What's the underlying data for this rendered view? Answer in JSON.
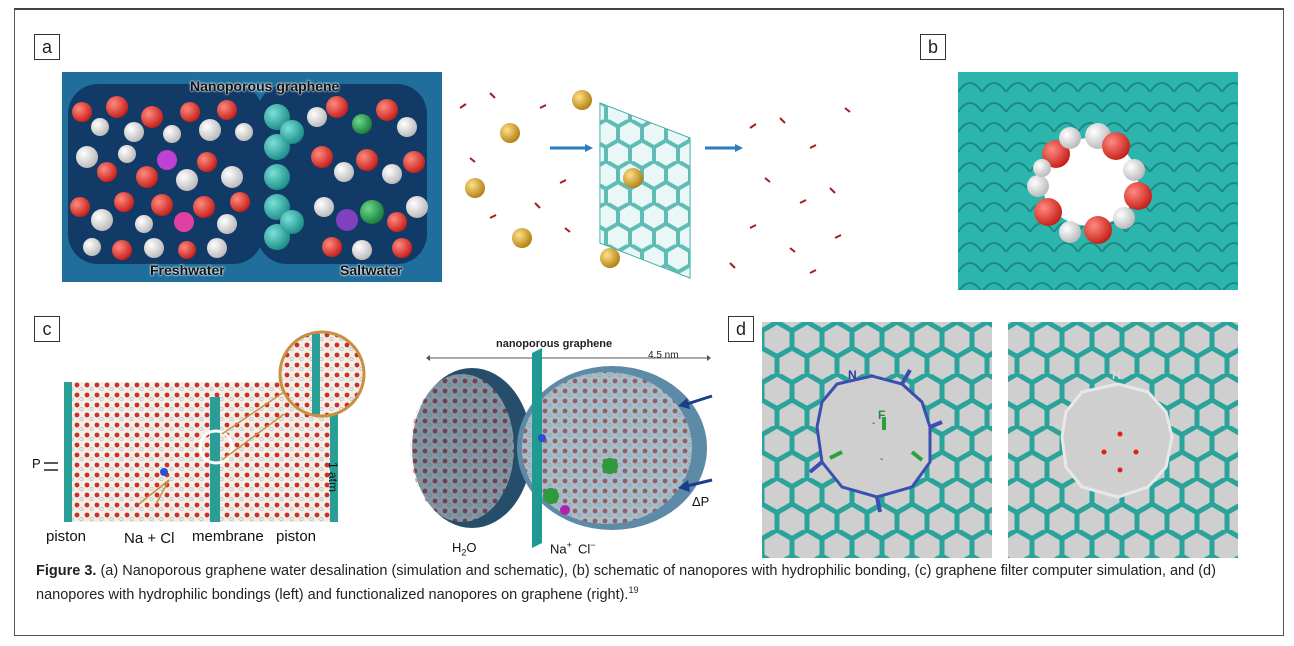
{
  "panels": {
    "a": "a",
    "b": "b",
    "c": "c",
    "d": "d"
  },
  "panel_a": {
    "nanoporous_graphene": "Nanoporous graphene",
    "freshwater": "Freshwater",
    "saltwater": "Saltwater"
  },
  "panel_c": {
    "p": "P",
    "one_atm": "1 atm",
    "piston_left": "piston",
    "na_cl": "Na + Cl",
    "membrane": "membrane",
    "piston_right": "piston",
    "nanoporous_graphene": "nanoporous graphene",
    "length": "4.5 nm",
    "h2o": "H",
    "h2o_sub": "2",
    "h2o_tail": "O",
    "na": "Na",
    "na_sup": "+",
    "cl": "Cl",
    "cl_sup": "−",
    "delta_p": "ΔP"
  },
  "panel_d": {
    "n": "N",
    "f": "F",
    "h": "H"
  },
  "caption": {
    "figure_label": "Figure 3.",
    "text": " (a) Nanoporous graphene water desalination (simulation and schematic), (b) schematic of nanopores with hydrophilic bonding, (c) graphene filter computer simulation, and (d) nanopores with hydrophilic bondings (left) and functionalized nanopores on graphene (right).",
    "ref": "19"
  },
  "colors": {
    "graphene": "#2a9d96",
    "oxygen": "#d9302a",
    "hydrogen": "#f0f0f0",
    "gold_ion": "#d8a830",
    "blue_bg": "#1f6e9c"
  }
}
